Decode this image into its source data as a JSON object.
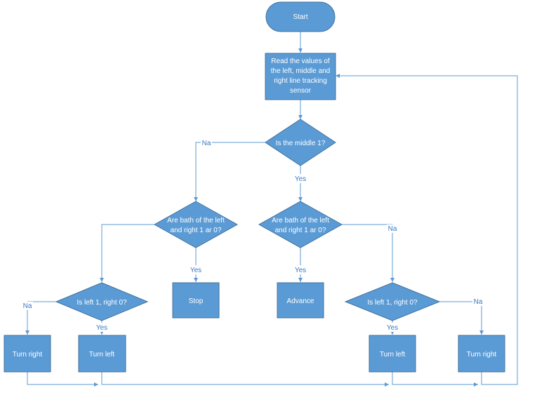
{
  "nodes": {
    "start": {
      "lines": [
        "Start"
      ]
    },
    "read": {
      "lines": [
        "Read the values of",
        "the left, middle and",
        "right line tracking",
        "sensor"
      ]
    },
    "middle": {
      "lines": [
        "Is the middle 1?"
      ]
    },
    "both_left": {
      "lines": [
        "Are bath of the  left",
        "and right 1 ar 0?"
      ]
    },
    "both_right": {
      "lines": [
        "Are bath of the  left",
        "and right 1 ar 0?"
      ]
    },
    "stop": {
      "lines": [
        "Stop"
      ]
    },
    "advance": {
      "lines": [
        "Advance"
      ]
    },
    "isleft_left": {
      "lines": [
        "Is left 1, right 0?"
      ]
    },
    "isleft_right": {
      "lines": [
        "Is left 1, right 0?"
      ]
    },
    "turn_right_1": {
      "lines": [
        "Turn right"
      ]
    },
    "turn_left_1": {
      "lines": [
        "Turn left"
      ]
    },
    "turn_left_2": {
      "lines": [
        "Turn left"
      ]
    },
    "turn_right_2": {
      "lines": [
        "Turn right"
      ]
    }
  },
  "edge_labels": {
    "middle_no": "Na",
    "middle_yes": "Yes",
    "both_left_yes": "Yes",
    "both_right_yes": "Yes",
    "both_right_no": "Na",
    "isleft_left_no": "Na",
    "isleft_left_yes": "Yes",
    "isleft_right_yes": "Yes",
    "isleft_right_no": "Na"
  },
  "colors": {
    "fill": "#5b9bd5",
    "stroke": "#41719c",
    "line": "#5b9bd5",
    "label": "#3a78c2"
  }
}
